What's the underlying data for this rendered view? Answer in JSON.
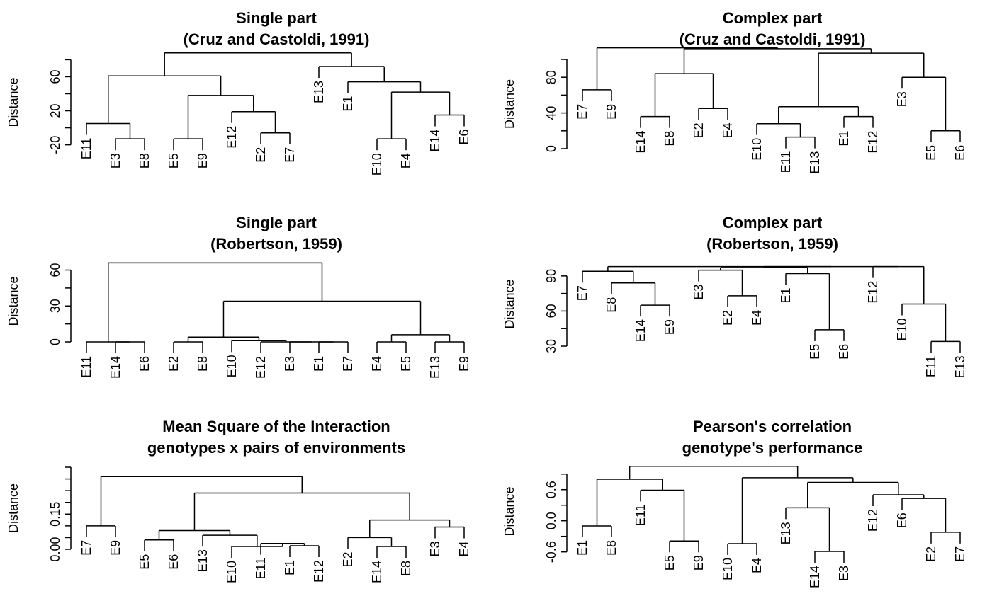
{
  "chart_data": [
    {
      "type": "dendrogram",
      "title": [
        "Single part",
        "(Cruz and Castoldi, 1991)"
      ],
      "ylabel": "Distance",
      "yticks": [
        -20,
        20,
        60
      ],
      "ytick_step": 20,
      "ylim": [
        -22,
        82
      ],
      "leaves": [
        "E11",
        "E3",
        "E8",
        "E5",
        "E9",
        "E12",
        "E2",
        "E7",
        "E13",
        "E1",
        "E10",
        "E4",
        "E14",
        "E6"
      ],
      "merges": [
        {
          "a": "L:1",
          "b": "L:2",
          "h": -13
        },
        {
          "a": "L:0",
          "b": "N:0",
          "h": 5
        },
        {
          "a": "L:3",
          "b": "L:4",
          "h": -13
        },
        {
          "a": "L:6",
          "b": "L:7",
          "h": -6
        },
        {
          "a": "L:5",
          "b": "N:3",
          "h": 19
        },
        {
          "a": "N:2",
          "b": "N:4",
          "h": 38
        },
        {
          "a": "N:1",
          "b": "N:5",
          "h": 61
        },
        {
          "a": "L:10",
          "b": "L:11",
          "h": -13
        },
        {
          "a": "L:12",
          "b": "L:13",
          "h": 15
        },
        {
          "a": "N:7",
          "b": "N:8",
          "h": 42
        },
        {
          "a": "L:9",
          "b": "N:9",
          "h": 54
        },
        {
          "a": "L:8",
          "b": "N:10",
          "h": 72
        },
        {
          "a": "N:6",
          "b": "N:11",
          "h": 88
        }
      ]
    },
    {
      "type": "dendrogram",
      "title": [
        "Complex part",
        "(Cruz and Castoldi, 1991)"
      ],
      "ylabel": "Distance",
      "yticks": [
        0,
        40,
        80
      ],
      "ytick_step": 20,
      "ylim": [
        0,
        100
      ],
      "leaves": [
        "E7",
        "E9",
        "E14",
        "E8",
        "E2",
        "E4",
        "E10",
        "E11",
        "E13",
        "E1",
        "E12",
        "E3",
        "E5",
        "E6"
      ],
      "merges": [
        {
          "a": "L:0",
          "b": "L:1",
          "h": 66
        },
        {
          "a": "L:2",
          "b": "L:3",
          "h": 36
        },
        {
          "a": "L:4",
          "b": "L:5",
          "h": 45
        },
        {
          "a": "N:1",
          "b": "N:2",
          "h": 84
        },
        {
          "a": "L:7",
          "b": "L:8",
          "h": 13
        },
        {
          "a": "L:6",
          "b": "N:4",
          "h": 28
        },
        {
          "a": "L:9",
          "b": "L:10",
          "h": 36
        },
        {
          "a": "N:5",
          "b": "N:6",
          "h": 47
        },
        {
          "a": "L:12",
          "b": "L:13",
          "h": 20
        },
        {
          "a": "L:11",
          "b": "N:8",
          "h": 80
        },
        {
          "a": "N:7",
          "b": "N:9",
          "h": 107
        },
        {
          "a": "N:3",
          "b": "N:10",
          "h": 112
        },
        {
          "a": "N:0",
          "b": "N:11",
          "h": 113
        }
      ]
    },
    {
      "type": "dendrogram",
      "title": [
        "Single part",
        "(Robertson, 1959)"
      ],
      "ylabel": "Distance",
      "yticks": [
        0,
        30,
        60
      ],
      "ytick_step": 15,
      "ylim": [
        0,
        68
      ],
      "leaves": [
        "E11",
        "E14",
        "E6",
        "E2",
        "E8",
        "E10",
        "E12",
        "E3",
        "E1",
        "E7",
        "E4",
        "E5",
        "E13",
        "E9"
      ],
      "merges": [
        {
          "a": "L:11",
          "b": "L:10",
          "h": 0
        },
        {
          "a": "L:12",
          "b": "L:13",
          "h": 0
        },
        {
          "a": "N:0",
          "b": "N:1",
          "h": 6
        },
        {
          "a": "L:3",
          "b": "L:4",
          "h": 0
        },
        {
          "a": "L:8",
          "b": "L:9",
          "h": 0
        },
        {
          "a": "L:7",
          "b": "N:4",
          "h": 0
        },
        {
          "a": "L:6",
          "b": "N:5",
          "h": 0
        },
        {
          "a": "L:5",
          "b": "N:6",
          "h": 1
        },
        {
          "a": "N:3",
          "b": "N:7",
          "h": 4
        },
        {
          "a": "N:8",
          "b": "N:2",
          "h": 34
        },
        {
          "a": "L:1",
          "b": "L:2",
          "h": 0
        },
        {
          "a": "L:0",
          "b": "N:10",
          "h": 0
        },
        {
          "a": "N:11",
          "b": "N:9",
          "h": 66
        }
      ]
    },
    {
      "type": "dendrogram",
      "title": [
        "Complex part",
        "(Robertson, 1959)"
      ],
      "ylabel": "Distance",
      "yticks": [
        30,
        60,
        90
      ],
      "ytick_step": 15,
      "ylim": [
        30,
        102
      ],
      "leaves": [
        "E7",
        "E8",
        "E14",
        "E9",
        "E3",
        "E2",
        "E4",
        "E1",
        "E5",
        "E6",
        "E12",
        "E10",
        "E11",
        "E13"
      ],
      "merges": [
        {
          "a": "L:2",
          "b": "L:3",
          "h": 65
        },
        {
          "a": "L:1",
          "b": "N:0",
          "h": 84
        },
        {
          "a": "L:0",
          "b": "N:1",
          "h": 94
        },
        {
          "a": "L:5",
          "b": "L:6",
          "h": 73
        },
        {
          "a": "L:4",
          "b": "N:3",
          "h": 95
        },
        {
          "a": "L:8",
          "b": "L:9",
          "h": 44
        },
        {
          "a": "L:7",
          "b": "N:5",
          "h": 92
        },
        {
          "a": "N:4",
          "b": "N:6",
          "h": 97
        },
        {
          "a": "L:12",
          "b": "L:13",
          "h": 34
        },
        {
          "a": "L:11",
          "b": "N:8",
          "h": 66
        },
        {
          "a": "L:10",
          "b": "N:9",
          "h": 98
        },
        {
          "a": "N:7",
          "b": "N:10",
          "h": 98
        },
        {
          "a": "N:2",
          "b": "N:11",
          "h": 98
        }
      ]
    },
    {
      "type": "dendrogram",
      "title": [
        "Mean Square of the Interaction",
        "genotypes x pairs of environments"
      ],
      "ylabel": "Distance",
      "yticks": [
        0.0,
        0.15
      ],
      "ytick_labels": [
        "0.00",
        "0.15"
      ],
      "ytick_step": 0.05,
      "ylim": [
        0,
        0.35
      ],
      "leaves": [
        "E7",
        "E9",
        "E5",
        "E6",
        "E13",
        "E10",
        "E11",
        "E1",
        "E12",
        "E2",
        "E14",
        "E8",
        "E3",
        "E4"
      ],
      "merges": [
        {
          "a": "L:0",
          "b": "L:1",
          "h": 0.1
        },
        {
          "a": "L:2",
          "b": "L:3",
          "h": 0.04
        },
        {
          "a": "L:7",
          "b": "L:8",
          "h": 0.015
        },
        {
          "a": "L:6",
          "b": "N:2",
          "h": 0.025
        },
        {
          "a": "L:5",
          "b": "N:3",
          "h": 0.012
        },
        {
          "a": "L:4",
          "b": "N:4",
          "h": 0.06
        },
        {
          "a": "N:1",
          "b": "N:5",
          "h": 0.08
        },
        {
          "a": "L:10",
          "b": "L:11",
          "h": 0.012
        },
        {
          "a": "L:9",
          "b": "N:7",
          "h": 0.05
        },
        {
          "a": "L:12",
          "b": "L:13",
          "h": 0.095
        },
        {
          "a": "N:8",
          "b": "N:9",
          "h": 0.125
        },
        {
          "a": "N:6",
          "b": "N:10",
          "h": 0.24
        },
        {
          "a": "N:0",
          "b": "N:11",
          "h": 0.31
        }
      ]
    },
    {
      "type": "dendrogram",
      "title": [
        "Pearson's correlation",
        "genotype's performance"
      ],
      "ylabel": "Distance",
      "yticks": [
        -0.6,
        0.0,
        0.6
      ],
      "ytick_labels": [
        "-0.6",
        "0.0",
        "0.6"
      ],
      "ytick_step": 0.3,
      "ylim": [
        -0.7,
        1.06
      ],
      "leaves": [
        "E1",
        "E8",
        "E11",
        "E5",
        "E9",
        "E10",
        "E4",
        "E13",
        "E14",
        "E3",
        "E12",
        "E6",
        "E2",
        "E7"
      ],
      "merges": [
        {
          "a": "L:0",
          "b": "L:1",
          "h": -0.1
        },
        {
          "a": "L:3",
          "b": "L:4",
          "h": -0.39
        },
        {
          "a": "L:2",
          "b": "N:1",
          "h": 0.59
        },
        {
          "a": "N:0",
          "b": "N:2",
          "h": 0.8
        },
        {
          "a": "L:5",
          "b": "L:6",
          "h": -0.44
        },
        {
          "a": "L:8",
          "b": "L:9",
          "h": -0.59
        },
        {
          "a": "L:7",
          "b": "N:5",
          "h": 0.25
        },
        {
          "a": "L:12",
          "b": "L:13",
          "h": -0.22
        },
        {
          "a": "L:11",
          "b": "N:7",
          "h": 0.43
        },
        {
          "a": "L:10",
          "b": "N:8",
          "h": 0.5
        },
        {
          "a": "N:6",
          "b": "N:9",
          "h": 0.74
        },
        {
          "a": "N:4",
          "b": "N:10",
          "h": 0.83
        },
        {
          "a": "N:3",
          "b": "N:11",
          "h": 1.05
        }
      ]
    }
  ]
}
